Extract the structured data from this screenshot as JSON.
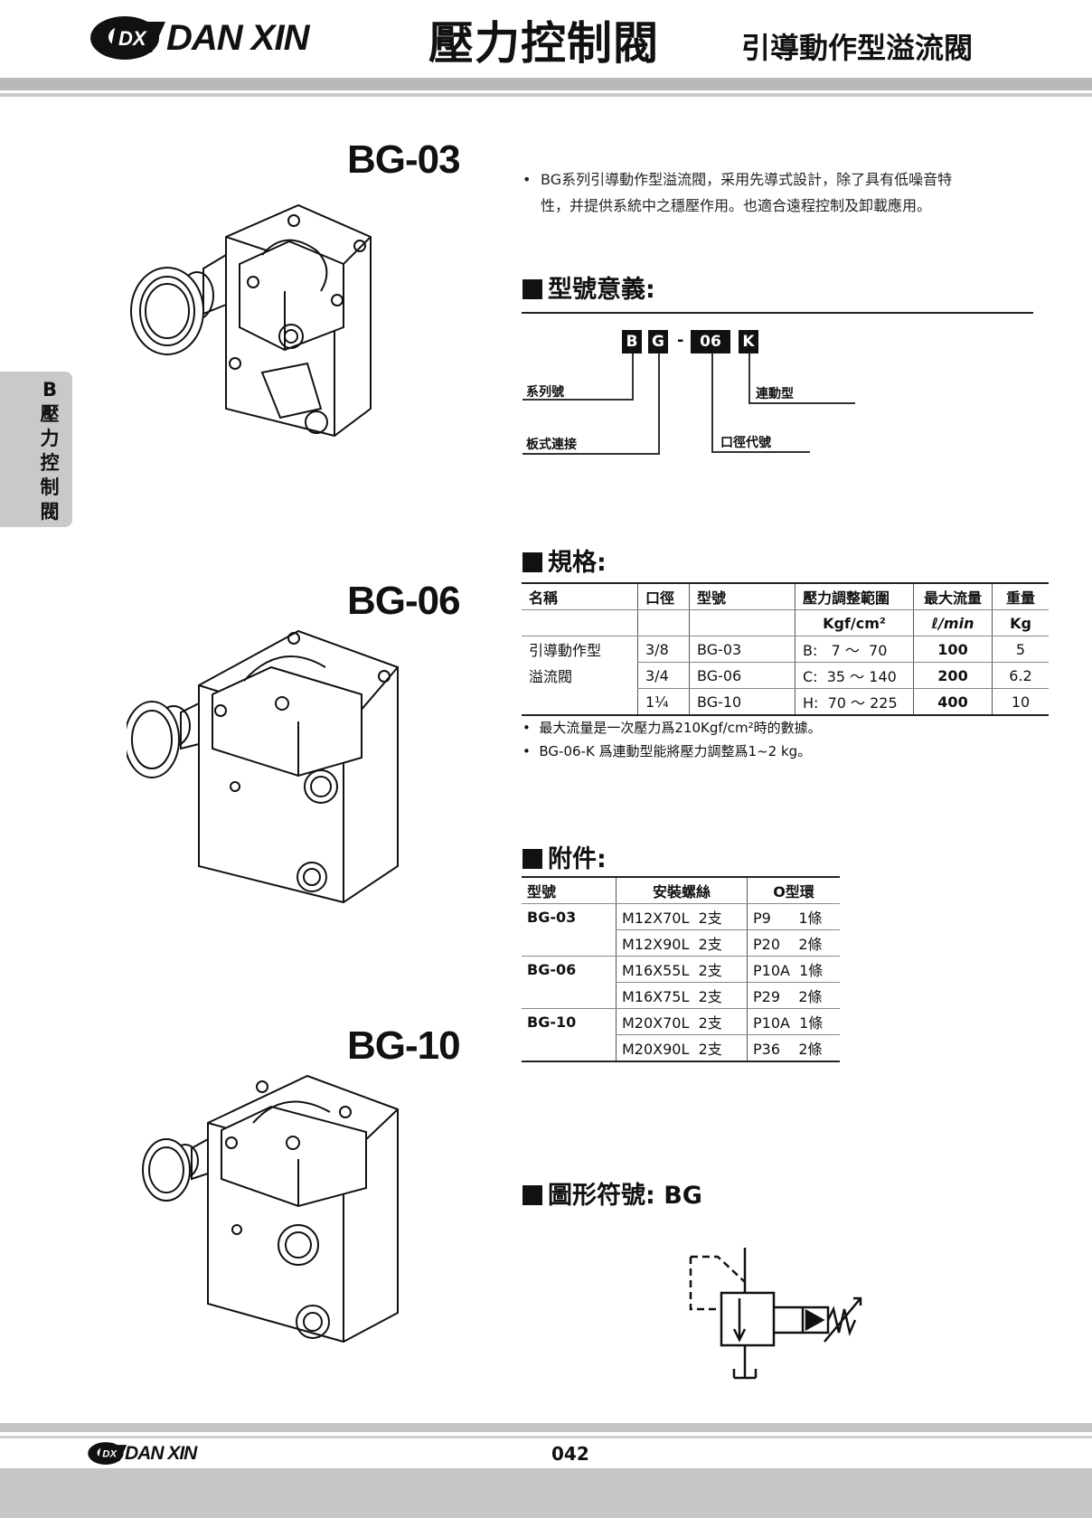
{
  "header": {
    "brand": "DAN XIN",
    "logo_monogram": "DX",
    "title": "壓力控制閥",
    "subtitle": "引導動作型溢流閥"
  },
  "side_tab": {
    "text": "B\n壓\n力\n控\n制\n閥"
  },
  "models": {
    "m1": "BG-03",
    "m2": "BG-06",
    "m3": "BG-10"
  },
  "description": {
    "line1": "BG系列引導動作型溢流閥，采用先導式設計，除了具有低噪音特",
    "line2": "性，并提供系統中之穩壓作用。也適合遠程控制及卸載應用。"
  },
  "model_code": {
    "heading": "型號意義:",
    "boxes": [
      "B",
      "G",
      "06",
      "K"
    ],
    "dash": "-",
    "labels": {
      "series": "系列號",
      "connection": "板式連接",
      "type": "連動型",
      "size": "口徑代號"
    }
  },
  "spec": {
    "heading": "規格:",
    "headers": [
      "名稱",
      "口徑",
      "型號",
      "壓力調整範圍",
      "最大流量",
      "重量"
    ],
    "units": [
      "",
      "",
      "",
      "Kgf/cm²",
      "ℓ/min",
      "Kg"
    ],
    "rows": [
      [
        "引導動作型",
        "3/8",
        "BG-03",
        "B:   7 ～  70",
        "100",
        "5"
      ],
      [
        "溢流閥",
        "3/4",
        "BG-06",
        "C:  35 ～ 140",
        "200",
        "6.2"
      ],
      [
        "",
        "1¼",
        "BG-10",
        "H:  70 ～ 225",
        "400",
        "10"
      ]
    ],
    "notes": [
      "最大流量是一次壓力爲210Kgf/cm²時的數據。",
      "BG-06-K 爲連動型能將壓力調整爲1~2 kg。"
    ]
  },
  "accessories": {
    "heading": "附件:",
    "headers": [
      "型號",
      "安裝螺絲",
      "O型環"
    ],
    "rows": [
      [
        "BG-03",
        "M12X70L  2支",
        "P9      1條"
      ],
      [
        "",
        "M12X90L  2支",
        "P20    2條"
      ],
      [
        "BG-06",
        "M16X55L  2支",
        "P10A  1條"
      ],
      [
        "",
        "M16X75L  2支",
        "P29    2條"
      ],
      [
        "BG-10",
        "M20X70L  2支",
        "P10A  1條"
      ],
      [
        "",
        "M20X90L  2支",
        "P36    2條"
      ]
    ]
  },
  "symbol": {
    "heading": "圖形符號:  BG"
  },
  "footer": {
    "brand": "DAN XIN",
    "page": "042"
  }
}
